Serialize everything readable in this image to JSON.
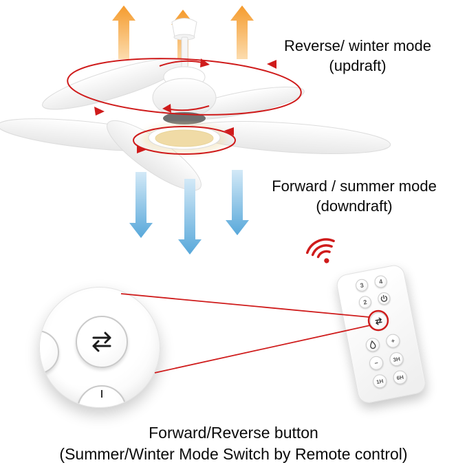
{
  "labels": {
    "reverse_mode_line1": "Reverse/ winter mode",
    "reverse_mode_line2": "(updraft)",
    "forward_mode_line1": "Forward / summer mode",
    "forward_mode_line2": "(downdraft)",
    "caption_line1": "Forward/Reverse button",
    "caption_line2": "(Summer/Winter Mode Switch by Remote control)"
  },
  "remote": {
    "btn_speed_3": "3",
    "btn_speed_4": "4",
    "btn_speed_2": "2",
    "btn_plus": "+",
    "btn_minus": "−",
    "btn_timer_1h": "1H",
    "btn_timer_3h": "3H",
    "btn_timer_6h": "6H",
    "icons": {
      "power": "power-icon",
      "reverse": "forward-reverse-swap-icon",
      "light": "light-droplet-icon",
      "wifi": "wifi-signal-icon"
    }
  },
  "magnifier": {
    "icon": "forward-reverse-swap-icon"
  },
  "colors": {
    "annotation_red": "#cf1b1b",
    "updraft_orange": "#f59b2d",
    "updraft_orange_light": "#fcdcae",
    "downdraft_blue": "#58a8da",
    "downdraft_blue_light": "#d3e9f7",
    "light_warm": "#f0dba6"
  }
}
